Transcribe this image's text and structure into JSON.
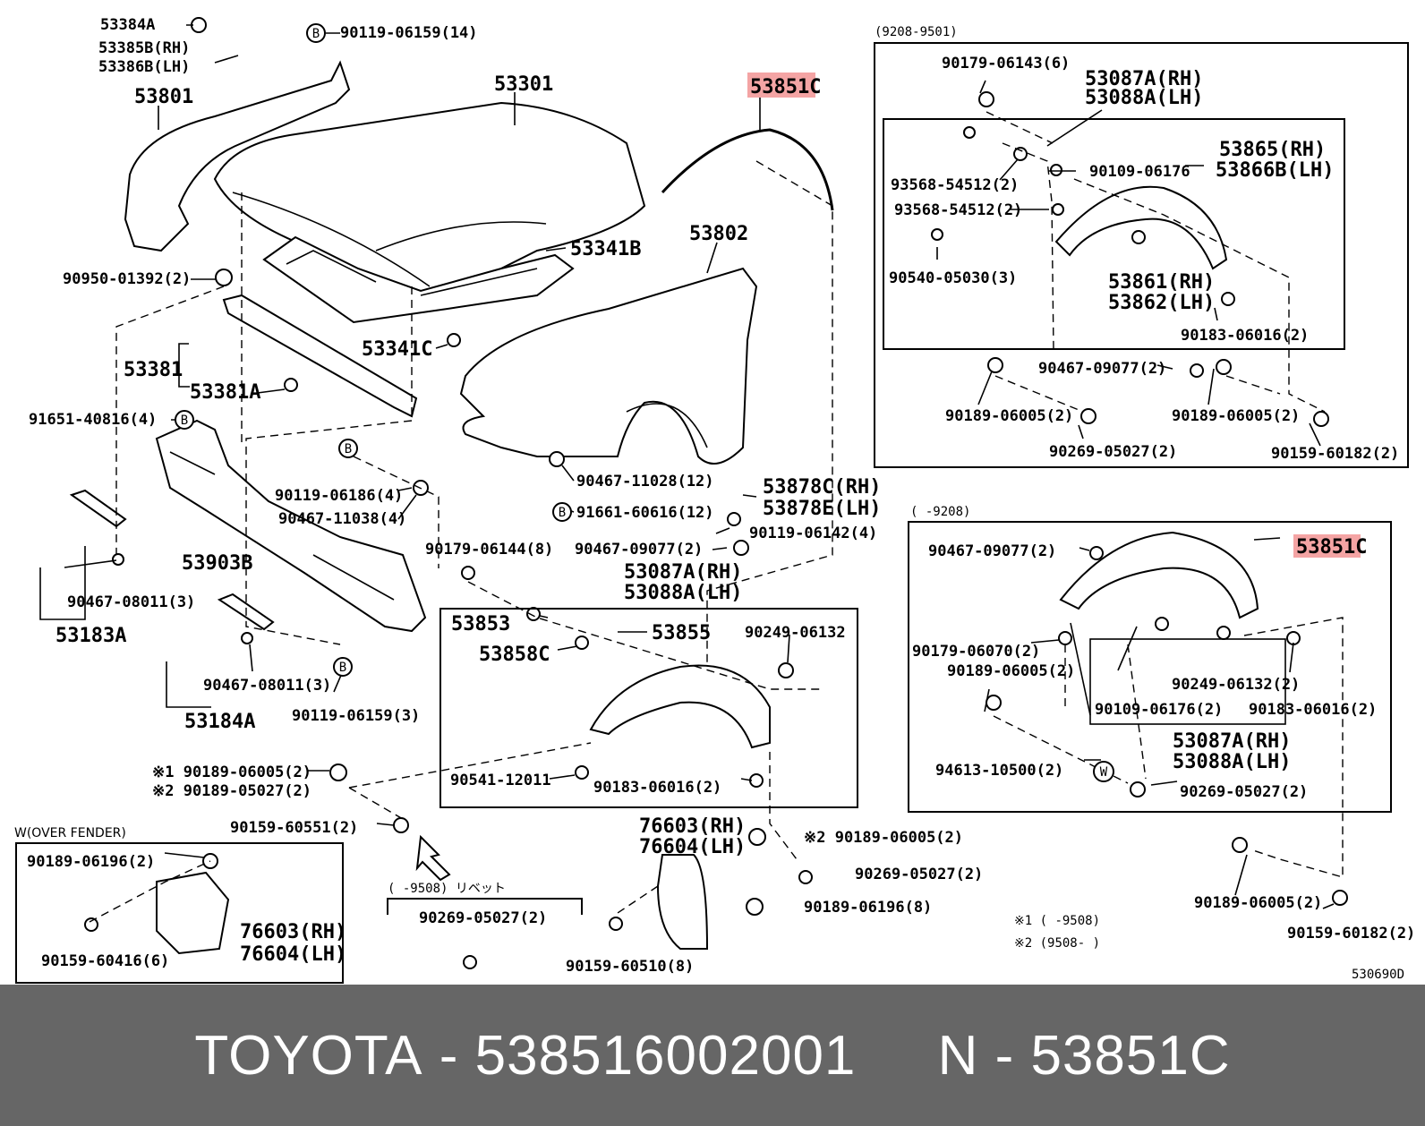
{
  "highlight_color": "#f4a4a4",
  "footer": {
    "brand": "TOYOTA",
    "part_number": "538516002001",
    "ref": "N",
    "code": "53851C",
    "bg_color": "#666666"
  },
  "labels": {
    "l53384A": "53384A",
    "l53385B": "53385B(RH)",
    "l53386B": "53386B(LH)",
    "l90119_06159_14": "90119-06159(14)",
    "l53801": "53801",
    "l53301": "53301",
    "l53851C_top": "53851C",
    "l90950": "90950-01392(2)",
    "l53341B": "53341B",
    "l53802": "53802",
    "l53341C": "53341C",
    "l53381": "53381",
    "l53381A": "53381A",
    "l91651": "91651-40816(4)",
    "l90119_06186": "90119-06186(4)",
    "l90467_11038": "90467-11038(4)",
    "l90467_11028": "90467-11028(12)",
    "l91661": "91661-60616(12)",
    "l53878C": "53878C(RH)",
    "l53878E": "53878E(LH)",
    "l90119_06142": "90119-06142(4)",
    "l53903B": "53903B",
    "l90179_06144": "90179-06144(8)",
    "l90467_09077_mid": "90467-09077(2)",
    "l53087A_mid": "53087A(RH)",
    "l53088A_mid": "53088A(LH)",
    "l90467_08011_a": "90467-08011(3)",
    "l53183A": "53183A",
    "l53853": "53853",
    "l53855": "53855",
    "l53858C": "53858C",
    "l90249_mid": "90249-06132",
    "l90467_08011_b": "90467-08011(3)",
    "l53184A": "53184A",
    "l90119_06159_3": "90119-06159(3)",
    "l90541": "90541-12011",
    "l90183_mid": "90183-06016(2)",
    "l90189_06005_n1": "※1 90189-06005(2)",
    "l90189_05027_n2": "※2 90189-05027(2)",
    "l90159_60551": "90159-60551(2)",
    "w_title": "W(OVER FENDER)",
    "l90189_06196_w": "90189-06196(2)",
    "l76603_w": "76603(RH)",
    "l76604_w": "76604(LH)",
    "l90159_60416": "90159-60416(6)",
    "rivet_title": "(      -9508) リベット",
    "l90269_rivet": "90269-05027(2)",
    "l76603_mid": "76603(RH)",
    "l76604_mid": "76604(LH)",
    "l90159_60510": "90159-60510(8)",
    "l90189_06005_n2": "※2 90189-06005(2)",
    "l90269_05027_mid": "90269-05027(2)",
    "l90189_06196_mid": "90189-06196(8)",
    "note1": "※1 (      -9508)",
    "note2": "※2 (9508-      )",
    "tr_title": "(9208-9501)",
    "l90179_06143": "90179-06143(6)",
    "l53087A_tr": "53087A(RH)",
    "l53088A_tr": "53088A(LH)",
    "l93568_a": "93568-54512(2)",
    "l90109_tr": "90109-06176",
    "l53865": "53865(RH)",
    "l53866B": "53866B(LH)",
    "l93568_b": "93568-54512(2)",
    "l90540": "90540-05030(3)",
    "l53861": "53861(RH)",
    "l53862": "53862(LH)",
    "l90183_tr": "90183-06016(2)",
    "l90467_09077_tr": "90467-09077(2)",
    "l90189_tr_a": "90189-06005(2)",
    "l90189_tr_b": "90189-06005(2)",
    "l90269_tr": "90269-05027(2)",
    "l90159_60182_tr": "90159-60182(2)",
    "mr_title": "(      -9208)",
    "l90467_09077_mr": "90467-09077(2)",
    "l53851C_mr": "53851C",
    "l90179_06070": "90179-06070(2)",
    "l90189_mr": "90189-06005(2)",
    "l90249_mr": "90249-06132(2)",
    "l90109_mr": "90109-06176(2)",
    "l90183_mr": "90183-06016(2)",
    "l53087A_mr": "53087A(RH)",
    "l53088A_mr": "53088A(LH)",
    "l94613": "94613-10500(2)",
    "l90269_mr": "90269-05027(2)",
    "l90189_br": "90189-06005(2)",
    "l90159_60182_br": "90159-60182(2)",
    "diagram_code": "530690D",
    "circ_B": "B",
    "circ_W": "W"
  }
}
